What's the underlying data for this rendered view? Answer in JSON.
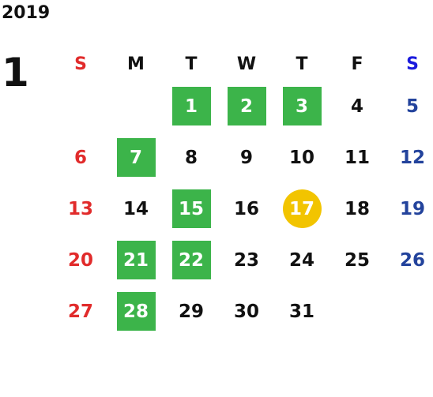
{
  "year": "2019",
  "month": "1",
  "weekdays": [
    "S",
    "M",
    "T",
    "W",
    "T",
    "F",
    "S"
  ],
  "weeks": [
    [
      "",
      "",
      "1",
      "2",
      "3",
      "4",
      "5"
    ],
    [
      "6",
      "7",
      "8",
      "9",
      "10",
      "11",
      "12"
    ],
    [
      "13",
      "14",
      "15",
      "16",
      "17",
      "18",
      "19"
    ],
    [
      "20",
      "21",
      "22",
      "23",
      "24",
      "25",
      "26"
    ],
    [
      "27",
      "28",
      "29",
      "30",
      "31",
      "",
      ""
    ]
  ],
  "highlighted_dates": [
    "1",
    "2",
    "3",
    "7",
    "15",
    "21",
    "22",
    "28"
  ],
  "today": "17",
  "colors": {
    "sunday": "#e12b2b",
    "saturday": "#23439c",
    "saturday_header": "#1b1bdd",
    "highlight": "#3cb44a",
    "today": "#f2c400"
  }
}
